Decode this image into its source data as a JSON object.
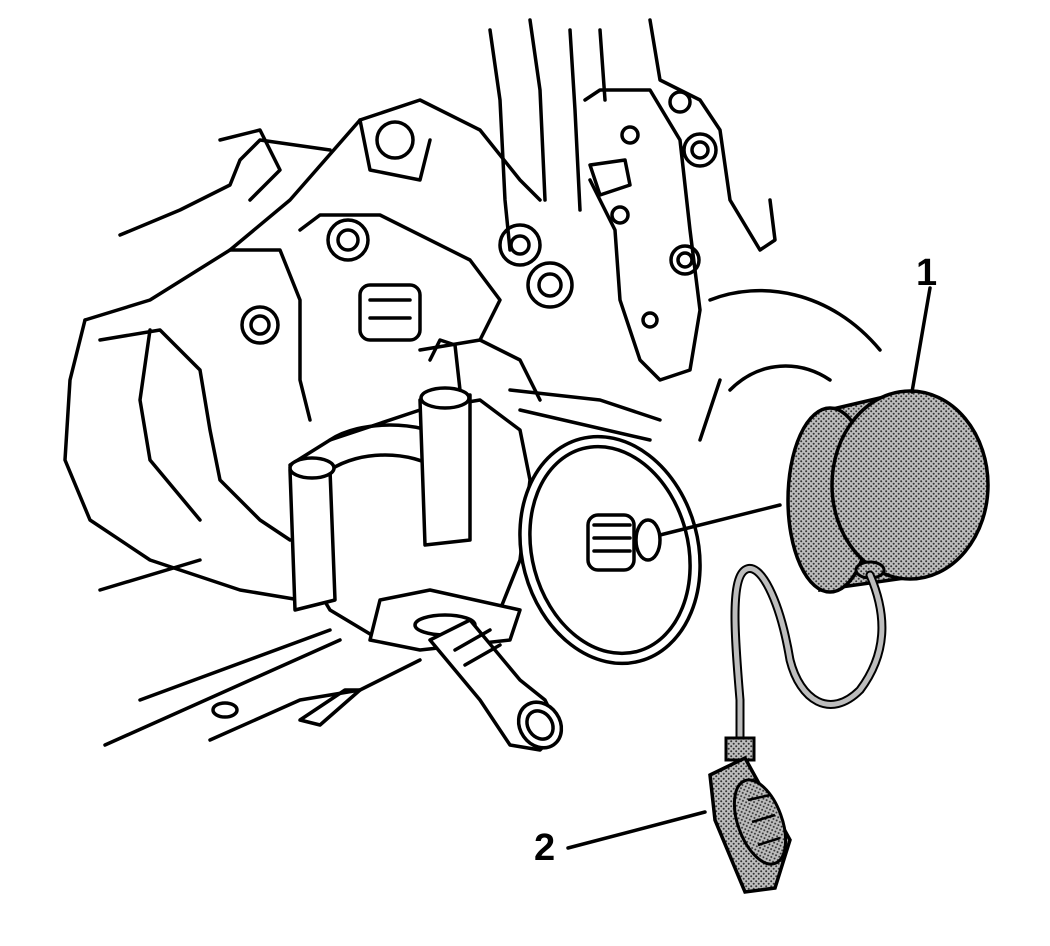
{
  "callouts": [
    {
      "id": "1",
      "label": "1"
    },
    {
      "id": "2",
      "label": "2"
    }
  ],
  "colors": {
    "line": "#000000",
    "background": "#ffffff",
    "stipple": "#555555"
  }
}
